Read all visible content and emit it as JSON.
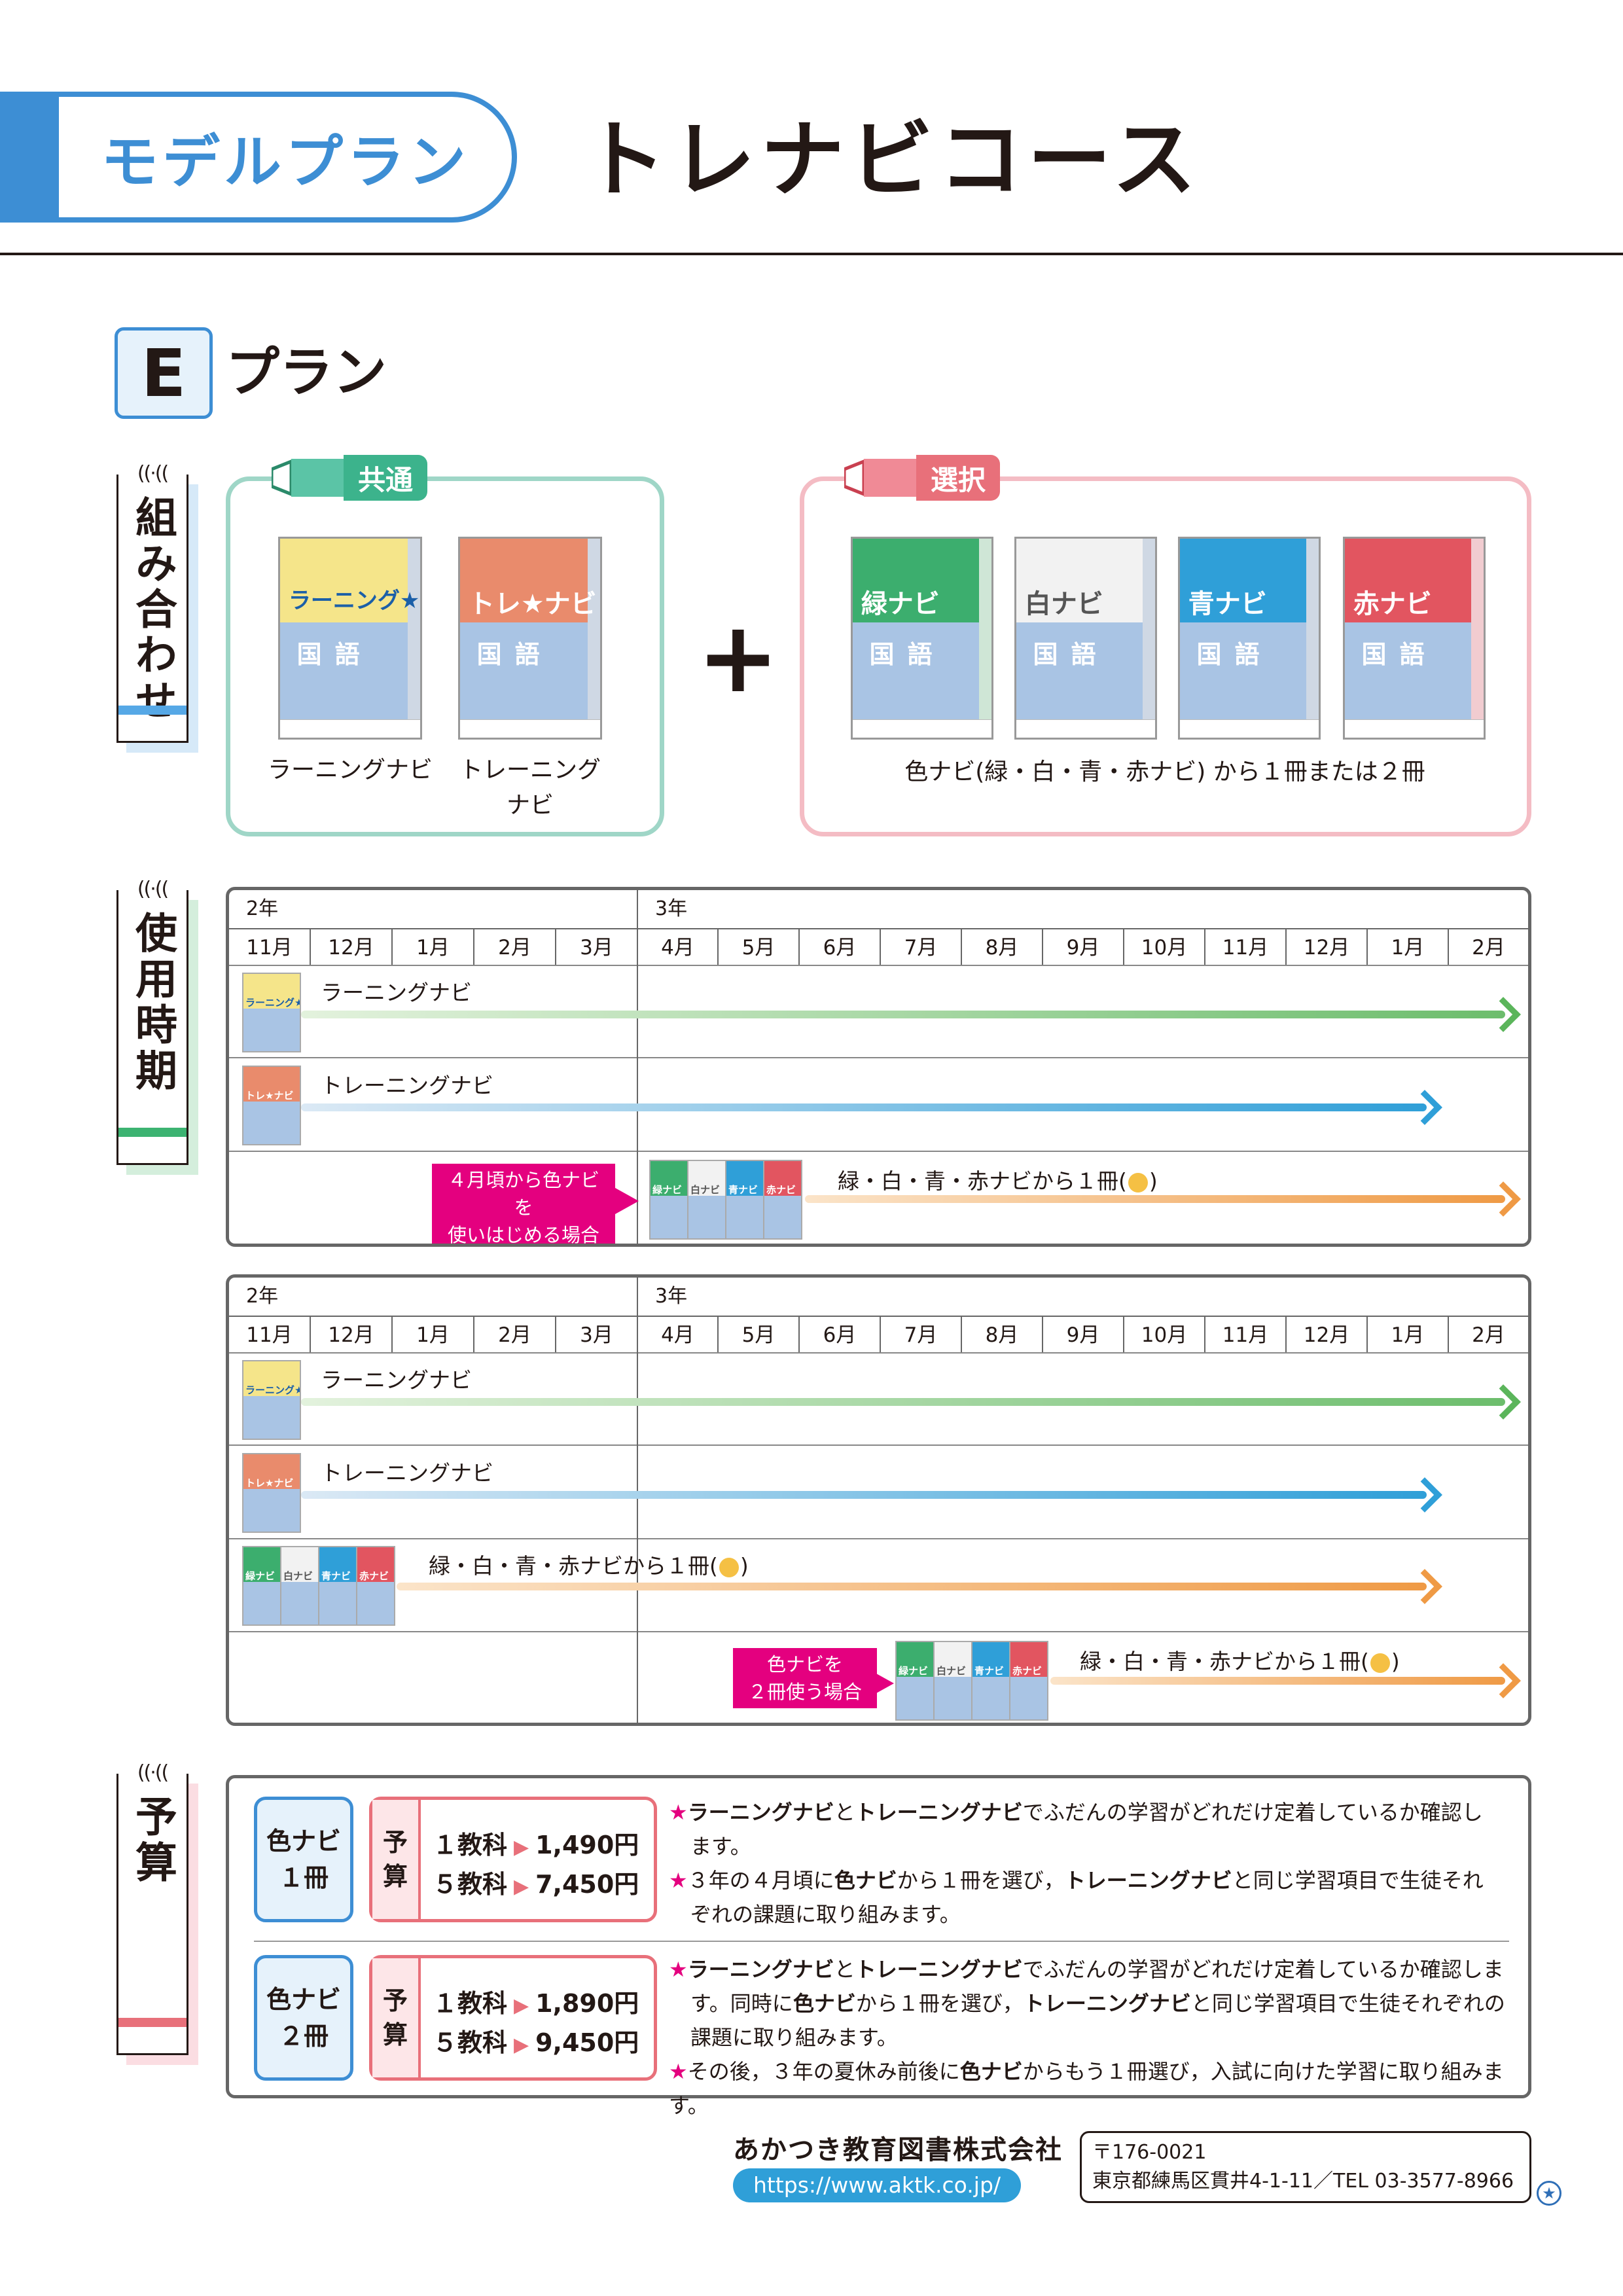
{
  "header": {
    "pill": "モデルプラン",
    "title": "トレナビコース"
  },
  "plan": {
    "letter": "E",
    "label": "プラン"
  },
  "sections": {
    "combination": "組み合わせ",
    "period": "使用時期",
    "budget": "予算",
    "ticks": "((·((",
    "colors": {
      "combination": "#56a8e6",
      "period": "#3cb371",
      "budget": "#e8707a"
    }
  },
  "common": {
    "tag": "共通",
    "tag_color": "#3cb38c",
    "books": [
      {
        "name": "ラーニングナビ",
        "cover": "ラーニング★ナビ",
        "subject": "国語",
        "top_color": "#f5e58a"
      },
      {
        "name": "トレーニングナビ",
        "cover": "トレ★ナビ",
        "subject": "国語",
        "top_color": "#e98b6c"
      }
    ],
    "captions": [
      "ラーニングナビ",
      "トレーニング",
      "ナビ"
    ]
  },
  "plus": "+",
  "select": {
    "tag": "選択",
    "tag_color": "#e8707a",
    "books": [
      {
        "cover": "緑ナビ",
        "subject": "国語",
        "top_color": "#3cae6e"
      },
      {
        "cover": "白ナビ",
        "subject": "国語",
        "top_color": "#f2f2f2"
      },
      {
        "cover": "青ナビ",
        "subject": "国語",
        "top_color": "#2f9fd8"
      },
      {
        "cover": "赤ナビ",
        "subject": "国語",
        "top_color": "#e25560"
      }
    ],
    "caption": "色ナビ(緑・白・青・赤ナビ) から１冊または２冊"
  },
  "timeline": {
    "grade2": "2年",
    "grade3": "3年",
    "months": [
      "11月",
      "12月",
      "1月",
      "2月",
      "3月",
      "4月",
      "5月",
      "6月",
      "7月",
      "8月",
      "9月",
      "10月",
      "11月",
      "12月",
      "1月",
      "2月"
    ],
    "table1": {
      "rows": [
        {
          "label": "ラーニングナビ"
        },
        {
          "label": "トレーニングナビ"
        },
        {
          "label": "緑・白・青・赤ナビから１冊(",
          "label_end": ")",
          "callout": [
            "４月頃から色ナビを",
            "使いはじめる場合"
          ]
        }
      ]
    },
    "table2": {
      "rows": [
        {
          "label": "ラーニングナビ"
        },
        {
          "label": "トレーニングナビ"
        },
        {
          "label": "緑・白・青・赤ナビから１冊(",
          "label_end": ")"
        },
        {
          "label": "緑・白・青・赤ナビから１冊(",
          "label_end": ")",
          "callout": [
            "色ナビを",
            "２冊使う場合"
          ]
        }
      ]
    },
    "mini_labels": {
      "learning": "ラーニング★ナビ",
      "training": "トレ★ナビ",
      "colors": [
        "緑ナビ",
        "白ナビ",
        "青ナビ",
        "赤ナビ"
      ]
    }
  },
  "budget": {
    "plans": [
      {
        "tag": [
          "色ナビ",
          "１冊"
        ],
        "yosan": [
          "予",
          "算"
        ],
        "prices": [
          {
            "label": "１教科",
            "price": "1,490円"
          },
          {
            "label": "５教科",
            "price": "7,450円"
          }
        ],
        "notes": [
          {
            "b1": "ラーニングナビ",
            "t1": "と",
            "b2": "トレーニングナビ",
            "t2": "でふだんの学習がどれだけ定着しているか確認し"
          },
          {
            "t1": "ます。"
          },
          {
            "t1": "３年の４月頃に",
            "b1": "色ナビ",
            "t2": "から１冊を選び，",
            "b2": "トレーニングナビ",
            "t3": "と同じ学習項目で生徒それ"
          },
          {
            "t1": "ぞれの課題に取り組みます。"
          }
        ]
      },
      {
        "tag": [
          "色ナビ",
          "２冊"
        ],
        "yosan": [
          "予",
          "算"
        ],
        "prices": [
          {
            "label": "１教科",
            "price": "1,890円"
          },
          {
            "label": "５教科",
            "price": "9,450円"
          }
        ],
        "notes": [
          {
            "b1": "ラーニングナビ",
            "t1": "と",
            "b2": "トレーニングナビ",
            "t2": "でふだんの学習がどれだけ定着しているか確認しま"
          },
          {
            "t1": "す。同時に",
            "b1": "色ナビ",
            "t2": "から１冊を選び，",
            "b2": "トレーニングナビ",
            "t3": "と同じ学習項目で生徒それぞれの"
          },
          {
            "t1": "課題に取り組みます。"
          },
          {
            "t1": "その後，３年の夏休み前後に",
            "b1": "色ナビ",
            "t2": "からもう１冊選び，入試に向けた学習に取り組みます。"
          }
        ]
      }
    ],
    "star": "★"
  },
  "footer": {
    "company": "あかつき教育図書株式会社",
    "url": "https://www.aktk.co.jp/",
    "postal": "〒176-0021",
    "address": "東京都練馬区貫井4-1-11／TEL 03-3577-8966",
    "mark": "★"
  }
}
